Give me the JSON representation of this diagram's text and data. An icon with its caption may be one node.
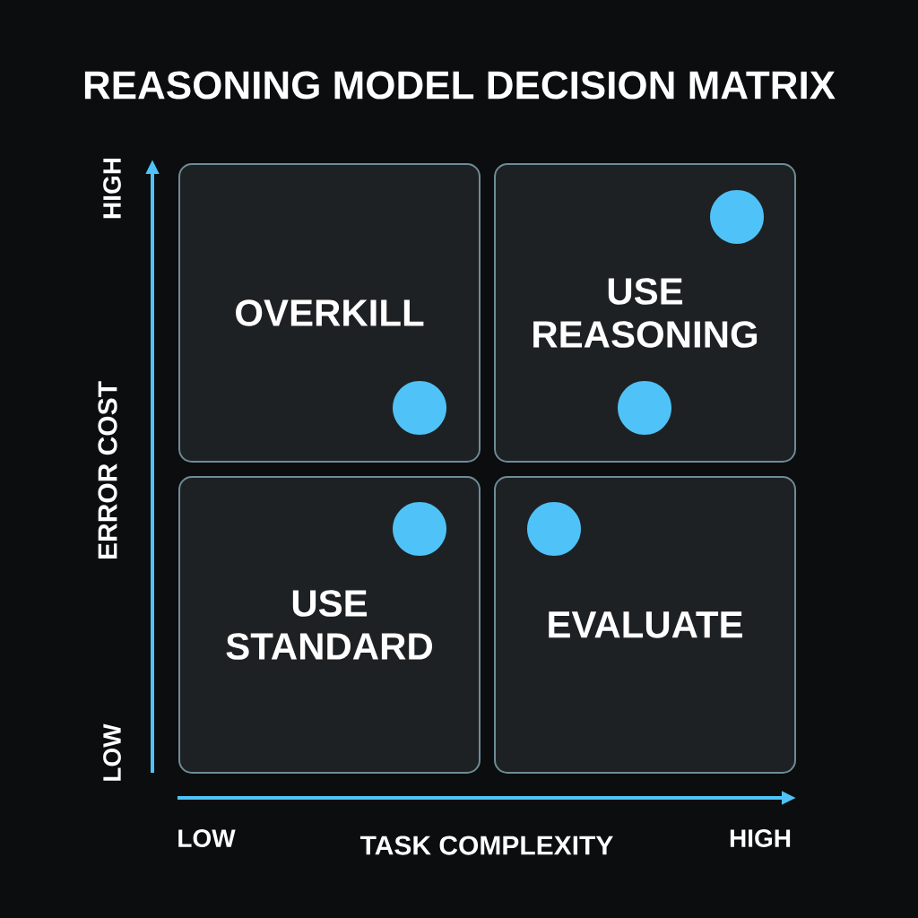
{
  "diagram": {
    "title": "REASONING MODEL DECISION MATRIX",
    "nodes": [
      {
        "text": [
          "OVERKILL"
        ]
      },
      {
        "text": [
          "USE REASONING"
        ]
      },
      {
        "text": [
          "USE STANDARD"
        ]
      },
      {
        "text": [
          "EVALUATE"
        ]
      }
    ],
    "labels": [
      "HIGH",
      "ERROR COST",
      "LOW",
      "LOW",
      "TASK COMPLEXITY",
      "HIGH"
    ]
  }
}
